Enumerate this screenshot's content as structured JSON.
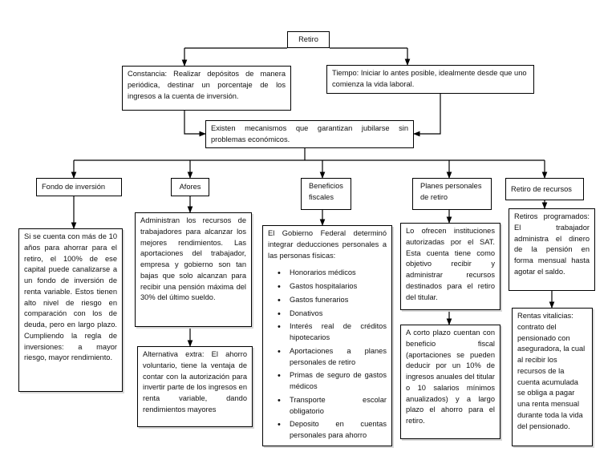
{
  "root": {
    "label": "Retiro"
  },
  "constancia": {
    "text": "Constancia: Realizar depósitos de manera periódica, destinar un porcentaje de los ingresos a la cuenta de inversión."
  },
  "tiempo": {
    "text": "Tiempo: Iniciar lo antes posible, idealmente desde que uno comienza la vida laboral."
  },
  "mecanismos": {
    "text": "Existen mecanismos que garantizan jubilarse sin problemas económicos."
  },
  "categories": {
    "fondo": "Fondo de inversión",
    "afores": "Afores",
    "beneficios": "Beneficios fiscales",
    "planes": "Planes personales de retiro",
    "retiro_recursos": "Retiro de recursos"
  },
  "fondo_detail": "Si se cuenta con más de 10 años para ahorrar para el retiro, el 100% de ese capital puede canalizarse a un fondo de inversión de renta variable. Estos tienen alto nivel de riesgo en comparación con los de deuda, pero en largo plazo. Cumpliendo la regla de inversiones: a mayor riesgo, mayor rendimiento.",
  "afores_detail": "Administran los recursos de trabajadores para alcanzar los mejores rendimientos. Las aportaciones del trabajador, empresa y gobierno son tan bajas que solo alcanzan para recibir una pensión máxima del 30% del último sueldo.",
  "afores_extra": "Alternativa extra: El ahorro voluntario, tiene la ventaja de contar con la autorización para invertir parte de los ingresos en renta variable, dando rendimientos mayores",
  "beneficios_detail": {
    "intro": "El Gobierno Federal determinó integrar deducciones personales a las personas físicas:",
    "items": [
      "Honorarios médicos",
      "Gastos hospitalarios",
      "Gastos funerarios",
      "Donativos",
      "Interés real de créditos hipotecarios",
      "Aportaciones a planes personales de retiro",
      "Primas de seguro de gastos médicos",
      "Transporte escolar obligatorio",
      "Deposito en cuentas personales para ahorro"
    ]
  },
  "planes_detail": "Lo ofrecen instituciones autorizadas por el SAT. Esta cuenta tiene como objetivo recibir y administrar recursos destinados para el retiro del titular.",
  "planes_plazo": "A corto plazo cuentan con beneficio fiscal (aportaciones se pueden deducir por un 10% de ingresos anuales del titular o 10 salarios mínimos anualizados) y a largo plazo el ahorro para el retiro.",
  "retiro_programados": "Retiros programados: El trabajador administra el dinero de la pensión en forma mensual hasta agotar el saldo.",
  "rentas_vitalicias": "Rentas vitalicias: contrato del pensionado con aseguradora, la cual al recibir los recursos de la cuenta acumulada se obliga a pagar una renta mensual durante toda la vida del pensionado."
}
